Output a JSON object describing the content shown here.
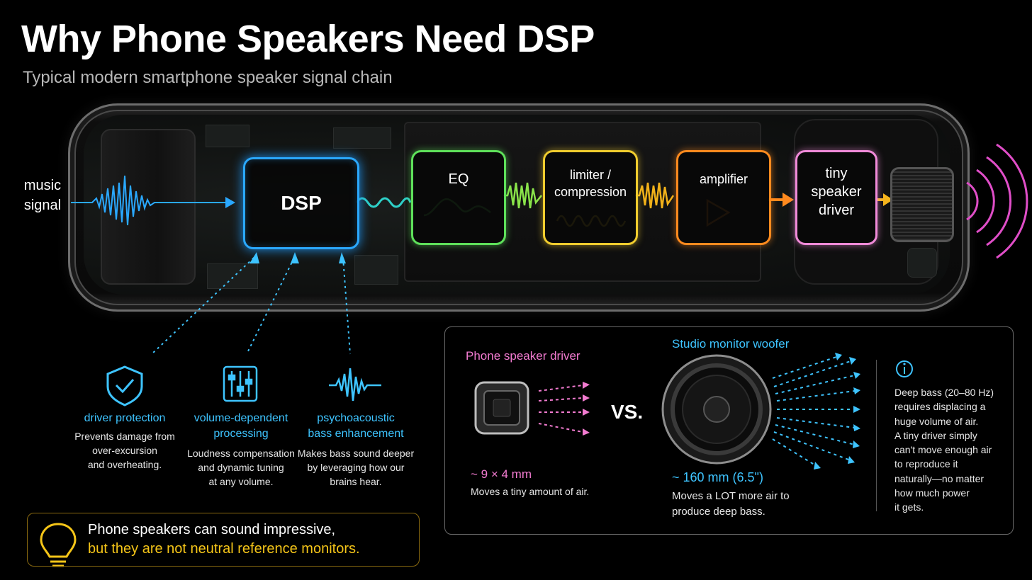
{
  "header": {
    "title": "Why Phone Speakers Need DSP",
    "subtitle": "Typical modern smartphone speaker signal chain"
  },
  "signal_chain": {
    "input_label_line1": "music",
    "input_label_line2": "signal",
    "stages": [
      {
        "label": "DSP",
        "color": "#2aa8ff"
      },
      {
        "label": "EQ",
        "color": "#5ee05a"
      },
      {
        "label_line1": "limiter /",
        "label_line2": "compression",
        "color": "#f0cc2e"
      },
      {
        "label": "amplifier",
        "color": "#ff8a1e"
      },
      {
        "label_line1": "tiny",
        "label_line2": "speaker",
        "label_line3": "driver",
        "color": "#f08ad8"
      }
    ]
  },
  "dsp_features": [
    {
      "icon": "shield-check-icon",
      "title": "driver protection",
      "desc_line1": "Prevents damage from",
      "desc_line2": "over-excursion",
      "desc_line3": "and overheating."
    },
    {
      "icon": "sliders-icon",
      "title_line1": "volume-dependent",
      "title_line2": "processing",
      "desc_line1": "Loudness compensation",
      "desc_line2": "and dynamic tuning",
      "desc_line3": "at any volume."
    },
    {
      "icon": "waveform-icon",
      "title_line1": "psychoacoustic",
      "title_line2": "bass enhancement",
      "desc_line1": "Makes bass sound deeper",
      "desc_line2": "by leveraging how our",
      "desc_line3": "brains hear."
    }
  ],
  "comparison": {
    "phone": {
      "title": "Phone speaker driver",
      "size": "~ 9 × 4 mm",
      "desc": "Moves a tiny amount of air.",
      "color": "#f27bd0"
    },
    "vs": "VS.",
    "studio": {
      "title": "Studio monitor woofer",
      "size": "~ 160 mm (6.5\")",
      "desc_line1": "Moves a LOT more air to",
      "desc_line2": "produce deep bass.",
      "color": "#3ec4ff"
    },
    "info": {
      "icon": "info-icon",
      "lines": [
        "Deep bass (20–80 Hz)",
        "requires displacing a",
        "huge volume of air.",
        "A tiny driver simply",
        "can't move enough air",
        "to reproduce it",
        "naturally—no matter",
        "how much power",
        "it gets."
      ]
    }
  },
  "note": {
    "icon": "lightbulb-icon",
    "line1": "Phone speakers can sound impressive,",
    "line2": "but they are not neutral reference monitors."
  }
}
